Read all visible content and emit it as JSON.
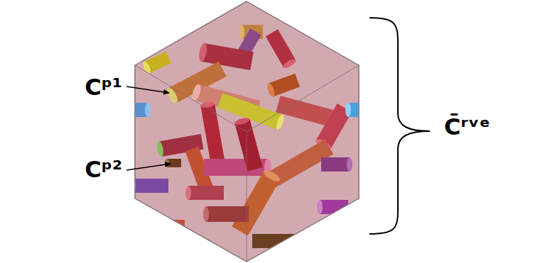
{
  "diagram": {
    "labels": [
      "Cᵖ¹",
      "Cᵖ²",
      "C̄ʳᵛᵉ"
    ]
  }
}
